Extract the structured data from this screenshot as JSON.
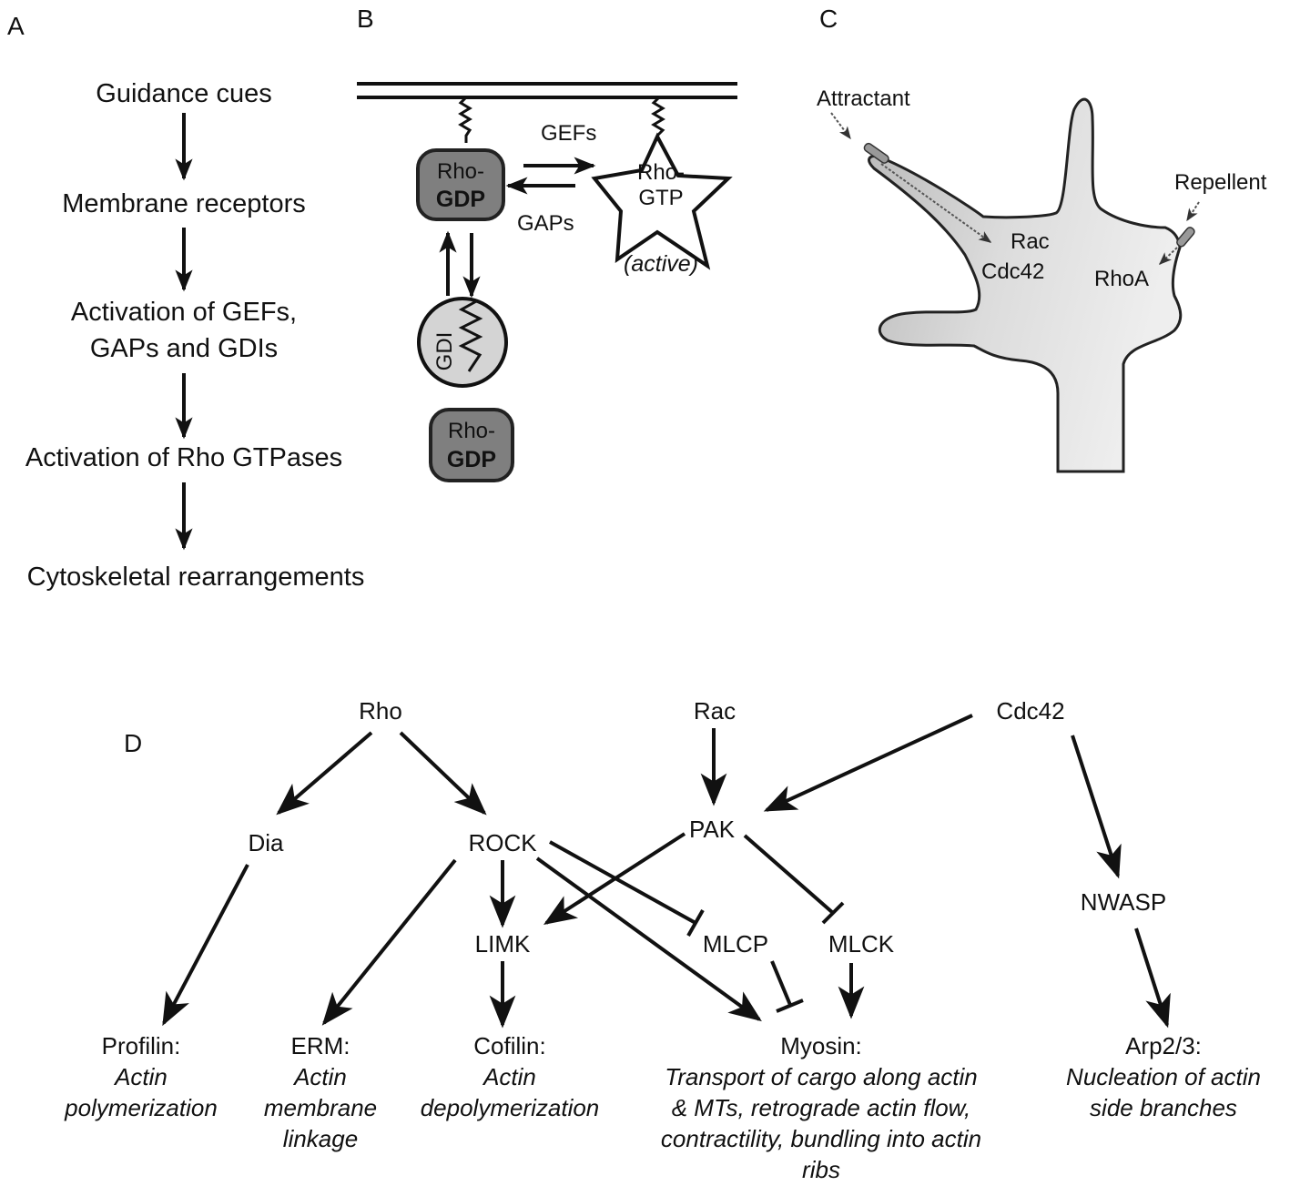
{
  "panels": {
    "a": {
      "label": "A",
      "steps": [
        "Guidance cues",
        "Membrane receptors",
        "Activation of GEFs,",
        "GAPs and GDIs",
        "Activation of Rho GTPases",
        "Cytoskeletal rearrangements"
      ]
    },
    "b": {
      "label": "B",
      "rho_gdp_top": {
        "line1": "Rho-",
        "line2": "GDP"
      },
      "rho_gtp": {
        "line1": "Rho-",
        "line2": "GTP",
        "state": "(active)"
      },
      "gefs": "GEFs",
      "gaps": "GAPs",
      "gdi": "GDI",
      "rho_gdp_bottom": {
        "line1": "Rho-",
        "line2": "GDP"
      }
    },
    "c": {
      "label": "C",
      "attractant": "Attractant",
      "repellent": "Repellent",
      "rac": "Rac",
      "cdc42": "Cdc42",
      "rhoa": "RhoA"
    },
    "d": {
      "label": "D",
      "nodes": {
        "rho": "Rho",
        "rac": "Rac",
        "cdc42": "Cdc42",
        "dia": "Dia",
        "rock": "ROCK",
        "pak": "PAK",
        "limk": "LIMK",
        "mlcp": "MLCP",
        "mlck": "MLCK",
        "nwasp": "NWASP"
      },
      "effectors": [
        {
          "name": "Profilin:",
          "lines": [
            "Actin",
            "polymerization"
          ]
        },
        {
          "name": "ERM:",
          "lines": [
            "Actin",
            "membrane",
            "linkage"
          ]
        },
        {
          "name": "Cofilin:",
          "lines": [
            "Actin",
            "depolymerization"
          ]
        },
        {
          "name": "Myosin:",
          "lines": [
            "Transport of cargo along actin",
            "& MTs, retrograde actin flow,",
            "contractility, bundling into actin",
            "ribs"
          ]
        },
        {
          "name": "Arp2/3:",
          "lines": [
            "Nucleation of actin",
            "side branches"
          ]
        }
      ]
    }
  }
}
